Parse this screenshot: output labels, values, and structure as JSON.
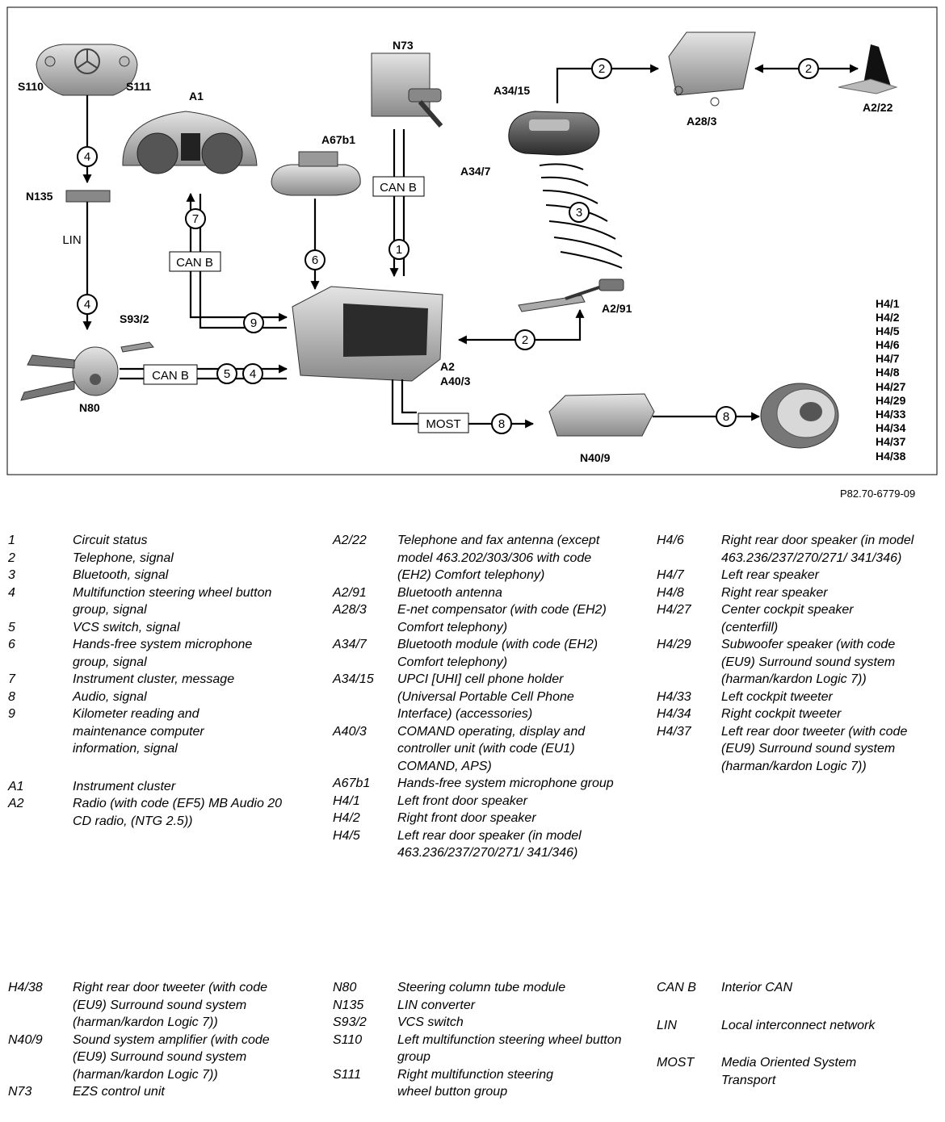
{
  "diagram": {
    "components": {
      "S110": "S110",
      "S111": "S111",
      "A1": "A1",
      "N73": "N73",
      "A34_15": "A34/15",
      "A34_7": "A34/7",
      "A28_3": "A28/3",
      "A2_22": "A2/22",
      "A67b1": "A67b1",
      "N135": "N135",
      "S93_2": "S93/2",
      "N80": "N80",
      "A2_91": "A2/91",
      "A2": "A2",
      "A40_3": "A40/3",
      "N40_9": "N40/9"
    },
    "speakers": [
      "H4/1",
      "H4/2",
      "H4/5",
      "H4/6",
      "H4/7",
      "H4/8",
      "H4/27",
      "H4/29",
      "H4/33",
      "H4/34",
      "H4/37",
      "H4/38"
    ],
    "buses": {
      "can_b": "CAN B",
      "lin": "LIN",
      "most": "MOST"
    },
    "signal_numbers": [
      "1",
      "2",
      "3",
      "4",
      "5",
      "6",
      "7",
      "8",
      "9"
    ],
    "reference": "P82.70-6779-09"
  },
  "legend": {
    "col1": [
      {
        "k": "1",
        "v": "Circuit status"
      },
      {
        "k": "2",
        "v": "Telephone, signal"
      },
      {
        "k": "3",
        "v": "Bluetooth, signal"
      },
      {
        "k": "4",
        "v": "Multifunction steering wheel button group, signal"
      },
      {
        "k": "5",
        "v": "VCS switch, signal"
      },
      {
        "k": "6",
        "v": "Hands-free system microphone group, signal"
      },
      {
        "k": "7",
        "v": "Instrument cluster, message"
      },
      {
        "k": "8",
        "v": "Audio, signal"
      },
      {
        "k": "9",
        "v": "Kilometer reading and maintenance computer information, signal"
      },
      {
        "k": "A1",
        "v": "Instrument cluster"
      },
      {
        "k": "A2",
        "v": "Radio (with code (EF5) MB Audio 20 CD radio, (NTG 2.5))"
      }
    ],
    "col2": [
      {
        "k": "A2/22",
        "v": "Telephone and fax antenna (except model 463.202/303/306 with code (EH2) Comfort telephony)"
      },
      {
        "k": "A2/91",
        "v": "Bluetooth antenna"
      },
      {
        "k": "A28/3",
        "v": "E-net compensator (with code (EH2) Comfort telephony)"
      },
      {
        "k": "A34/7",
        "v": "Bluetooth module (with code (EH2) Comfort telephony)"
      },
      {
        "k": "A34/15",
        "v": "UPCI [UHI] cell phone holder (Universal Portable Cell Phone Interface) (accessories)"
      },
      {
        "k": "A40/3",
        "v": "COMAND operating, display and controller unit (with code (EU1) COMAND, APS)"
      },
      {
        "k": "A67b1",
        "v": "Hands-free system microphone group"
      },
      {
        "k": "H4/1",
        "v": "Left front door speaker"
      },
      {
        "k": "H4/2",
        "v": "Right front door speaker"
      },
      {
        "k": "H4/5",
        "v": "Left rear door speaker (in model 463.236/237/270/271/ 341/346)"
      }
    ],
    "col3": [
      {
        "k": "H4/6",
        "v": "Right rear door speaker (in model 463.236/237/270/271/ 341/346)"
      },
      {
        "k": "H4/7",
        "v": "Left rear speaker"
      },
      {
        "k": "H4/8",
        "v": "Right rear speaker"
      },
      {
        "k": "H4/27",
        "v": "Center cockpit speaker (centerfill)"
      },
      {
        "k": "H4/29",
        "v": "Subwoofer speaker (with code (EU9) Surround sound system (harman/kardon Logic 7))"
      },
      {
        "k": "H4/33",
        "v": "Left cockpit tweeter"
      },
      {
        "k": "H4/34",
        "v": "Right cockpit tweeter"
      },
      {
        "k": "H4/37",
        "v": "Left rear door tweeter (with code (EU9) Surround sound system (harman/kardon Logic 7))"
      }
    ],
    "col4": [
      {
        "k": "H4/38",
        "v": "Right rear door tweeter (with code (EU9) Surround sound system (harman/kardon Logic 7))"
      },
      {
        "k": "N40/9",
        "v": "Sound system amplifier (with code (EU9) Surround sound system (harman/kardon Logic 7))"
      },
      {
        "k": "N73",
        "v": "EZS control unit"
      }
    ],
    "col5": [
      {
        "k": "N80",
        "v": "Steering column tube module"
      },
      {
        "k": "N135",
        "v": "LIN converter"
      },
      {
        "k": "S93/2",
        "v": "VCS switch"
      },
      {
        "k": "S110",
        "v": "Left multifunction steering wheel button group"
      },
      {
        "k": "S111",
        "v": "Right multifunction steering wheel button group"
      }
    ],
    "col6": [
      {
        "k": "CAN B",
        "v": "Interior CAN"
      },
      {
        "k": "LIN",
        "v": "Local interconnect network"
      },
      {
        "k": "MOST",
        "v": "Media Oriented System Transport"
      }
    ]
  }
}
